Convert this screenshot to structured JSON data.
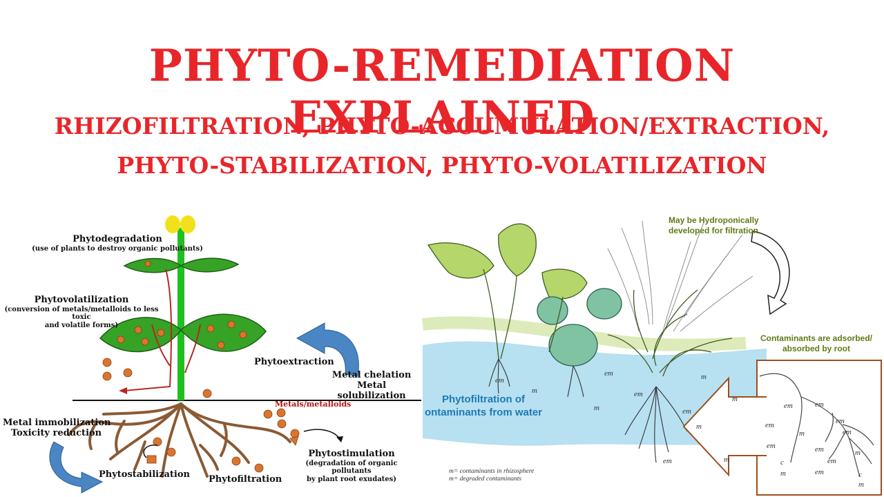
{
  "title": "PHYTO-REMEDIATION EXPLAINED",
  "subtitle_line1": "RHIZOFILTRATION, PHYTO-ACCUMULATION/EXTRACTION,",
  "subtitle_line2": "PHYTO-STABILIZATION, PHYTO-VOLATILIZATION",
  "left_diagram": {
    "phytodegradation": {
      "title": "Phytodegradation",
      "desc": "(use of plants to destroy organic pollutants)"
    },
    "phytovolatilization": {
      "title": "Phytovolatilization",
      "desc_line1": "(conversion of metals/metalloids to less  toxic",
      "desc_line2": "and volatile forms)"
    },
    "phytoextraction": "Phytoextraction",
    "metal_chelation": "Metal chelation",
    "metal_solubilization": "Metal solubilization",
    "metals_metalloids": "Metals/metalloids",
    "metal_immobilization": "Metal immobilization",
    "toxicity_reduction": "Toxicity reduction",
    "phytostabilization": "Phytostabilization",
    "phytofiltration": "Phytofiltration",
    "phytostimulation": {
      "title": "Phytostimulation",
      "desc_line1": "(degradation of organic pollutants",
      "desc_line2": "by plant root exudates)"
    }
  },
  "right_diagram": {
    "hydroponic_line1": "May be Hydroponically",
    "hydroponic_line2": "developed for filtration",
    "adsorbed_line1": "Contaminants are adsorbed/",
    "adsorbed_line2": "absorbed by root",
    "phytofiltration_line1": "Phytofiltration of",
    "phytofiltration_line2": "ontaminants from water",
    "legend_line1": "m= contaminants in rhizosphere",
    "legend_line2": "m= degraded contaminants",
    "marks": [
      "em",
      "m",
      "em",
      "m",
      "em",
      "m",
      "em",
      "m",
      "m",
      "em",
      "m",
      "em",
      "em",
      "em",
      "m",
      "em",
      "em",
      "em",
      "em",
      "m",
      "em",
      "c",
      "m",
      "em",
      "c",
      "m"
    ]
  },
  "colors": {
    "title": "#e8262a",
    "stem": "#1fbf1f",
    "leaf": "#36a326",
    "root": "#8a5a35",
    "particle": "#d8752f",
    "water": "#9fd6ec",
    "arrow_blue": "#4a85c4",
    "zoom_box": "#9c4e1e",
    "metals_text": "#b51212"
  }
}
